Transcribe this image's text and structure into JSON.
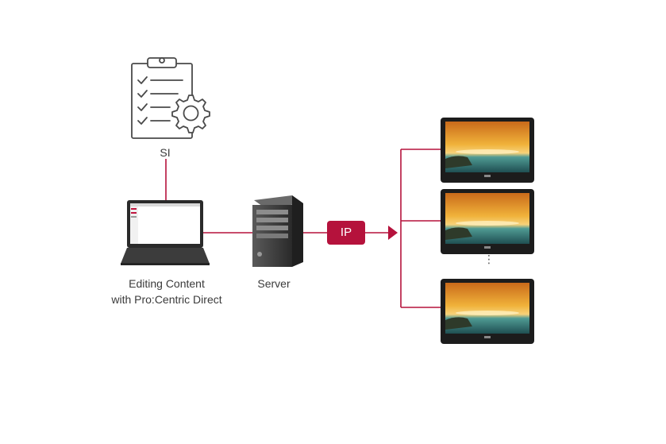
{
  "labels": {
    "si": "SI",
    "editing_line1": "Editing Content",
    "editing_line2": "with Pro:Centric Direct",
    "server": "Server",
    "ip": "IP",
    "more_displays": "⋮"
  },
  "colors": {
    "connector": "#b5123c",
    "text": "#3a3a3a",
    "icon_stroke": "#4a4a4a"
  },
  "icons": {
    "si": "checklist-clipboard-with-gear-icon",
    "laptop": "laptop-icon",
    "server": "server-tower-icon",
    "display": "hotel-tv-display-icon"
  }
}
